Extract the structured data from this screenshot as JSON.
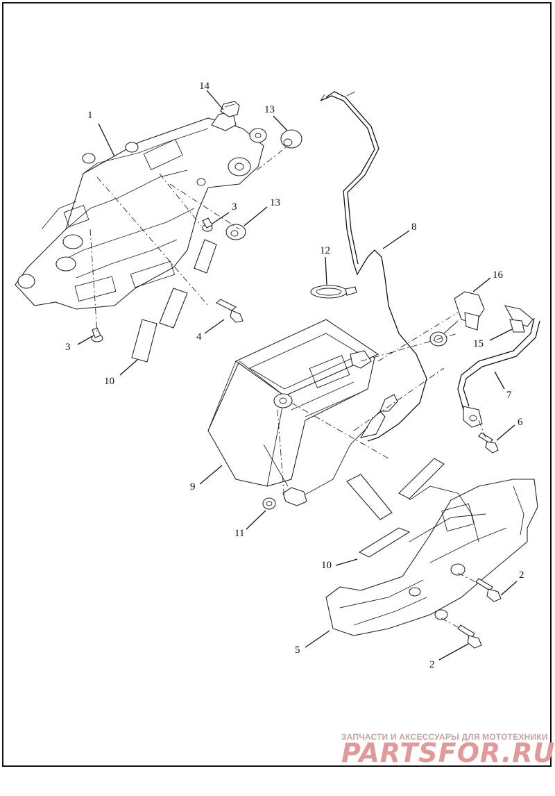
{
  "callouts": {
    "c1": "1",
    "c2a": "2",
    "c2b": "2",
    "c3a": "3",
    "c3b": "3",
    "c4": "4",
    "c5": "5",
    "c6": "6",
    "c7": "7",
    "c8": "8",
    "c9": "9",
    "c10a": "10",
    "c10b": "10",
    "c11": "11",
    "c12": "12",
    "c13a": "13",
    "c13b": "13",
    "c14": "14",
    "c15": "15",
    "c16": "16"
  },
  "watermark": {
    "caption": "ЗАПЧАСТИ И АКСЕССУАРЫ ДЛЯ МОТОТЕХНИКИ",
    "logo": "PARTSFOR.RU"
  }
}
